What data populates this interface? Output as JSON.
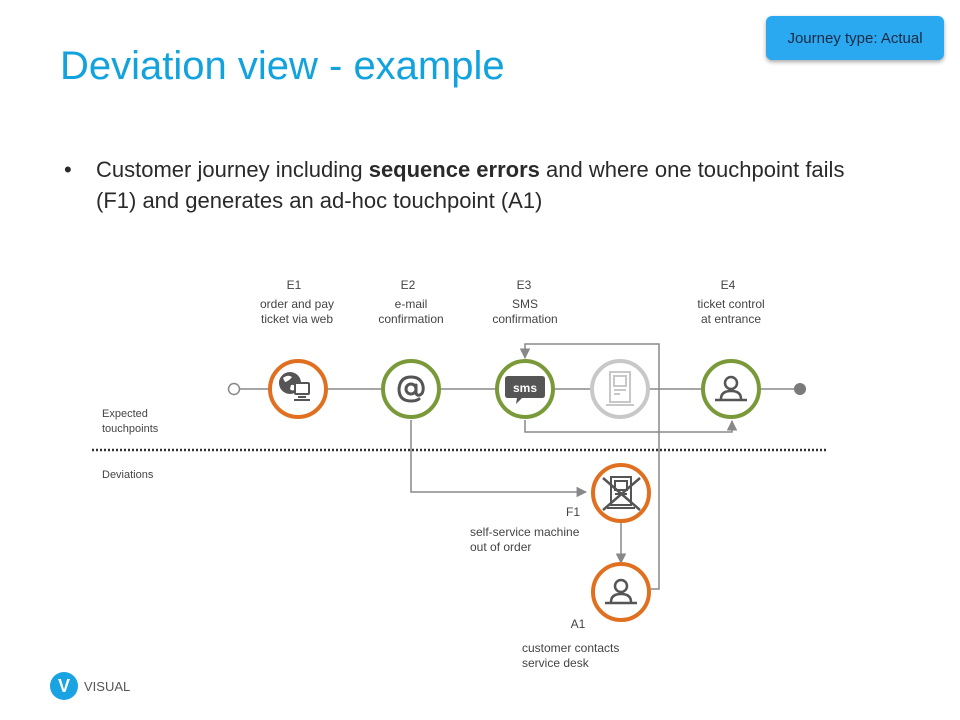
{
  "badge": "Journey type: Actual",
  "title": "Deviation view - example",
  "bullet": {
    "pre": "Customer journey including ",
    "bold": "sequence errors",
    "post": " and where one touchpoint fails (F1) and generates an ad-hoc touchpoint (A1)"
  },
  "labels": {
    "expected": "Expected\ntouchpoints",
    "deviations": "Deviations"
  },
  "touchpoints": [
    {
      "code": "E1",
      "label": "order and pay\nticket via web",
      "icon": "web-computer-icon",
      "status": "failed"
    },
    {
      "code": "E2",
      "label": "e-mail\nconfirmation",
      "icon": "at-sign-icon",
      "status": "ok"
    },
    {
      "code": "E3",
      "label": "SMS\nconfirmation",
      "icon": "sms-bubble-icon",
      "status": "ok",
      "icon_text": "sms"
    },
    {
      "code": "",
      "label": "",
      "icon": "kiosk-icon",
      "status": "skipped"
    },
    {
      "code": "E4",
      "label": "ticket control\nat entrance",
      "icon": "person-desk-icon",
      "status": "ok"
    },
    {
      "code": "F1",
      "label": "self-service machine\nout of order",
      "icon": "kiosk-broken-icon",
      "status": "failed"
    },
    {
      "code": "A1",
      "label": "customer contacts\nservice desk",
      "icon": "person-desk-icon",
      "status": "failed"
    }
  ],
  "colors": {
    "ok": "#7a9a3a",
    "failed": "#e07020",
    "skipped": "#c8c8c8",
    "connector": "#888888",
    "title": "#12a3de",
    "badge": "#2aa9f0"
  },
  "logo": {
    "letter": "V",
    "text": "VISUAL"
  }
}
